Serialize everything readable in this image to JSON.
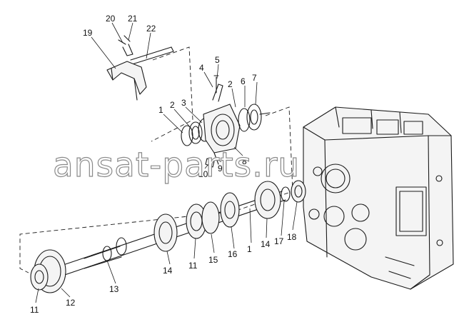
{
  "watermark": "ansat-parts.ru",
  "callouts": {
    "c1a": "1",
    "c1b": "1",
    "c2a": "2",
    "c2b": "2",
    "c3": "3",
    "c4": "4",
    "c5": "5",
    "c6": "6",
    "c7": "7",
    "c8": "8",
    "c9": "9",
    "c10": "10",
    "c11a": "11",
    "c11b": "11",
    "c12": "12",
    "c13": "13",
    "c14a": "14",
    "c14b": "14",
    "c15": "15",
    "c16": "16",
    "c17": "17",
    "c18": "18",
    "c19": "19",
    "c20": "20",
    "c21": "21",
    "c22": "22"
  }
}
